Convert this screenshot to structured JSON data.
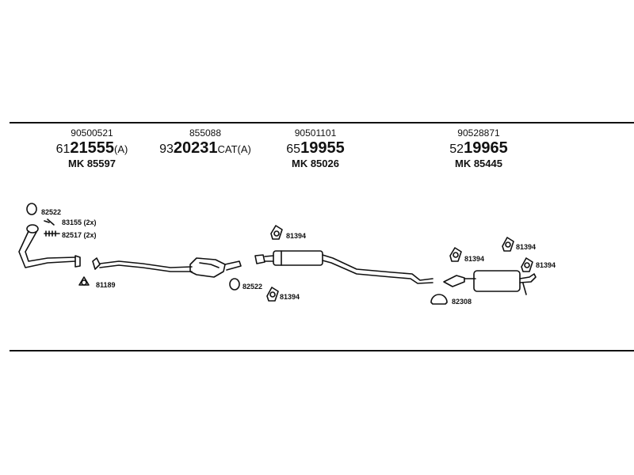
{
  "columns": [
    {
      "ref": "90500521",
      "prefix": "61",
      "big": "21555",
      "suffix": "(A)",
      "mk": "MK  85597"
    },
    {
      "ref": "855088",
      "prefix": "93",
      "big": "20231",
      "suffix": "CAT(A)",
      "mk": ""
    },
    {
      "ref": "90501101",
      "prefix": "65",
      "big": "19955",
      "suffix": "",
      "mk": "MK  85026"
    },
    {
      "ref": "90528871",
      "prefix": "52",
      "big": "19965",
      "suffix": "",
      "mk": "MK  85445"
    }
  ],
  "labels": {
    "l82522a": "82522",
    "l83155": "83155 (2x)",
    "l82517": "82517 (2x)",
    "l81189": "81189",
    "l81394a": "81394",
    "l82522b": "82522",
    "l81394b": "81394",
    "l81394c": "81394",
    "l81394d": "81394",
    "l81394e": "81394",
    "l82308": "82308"
  }
}
